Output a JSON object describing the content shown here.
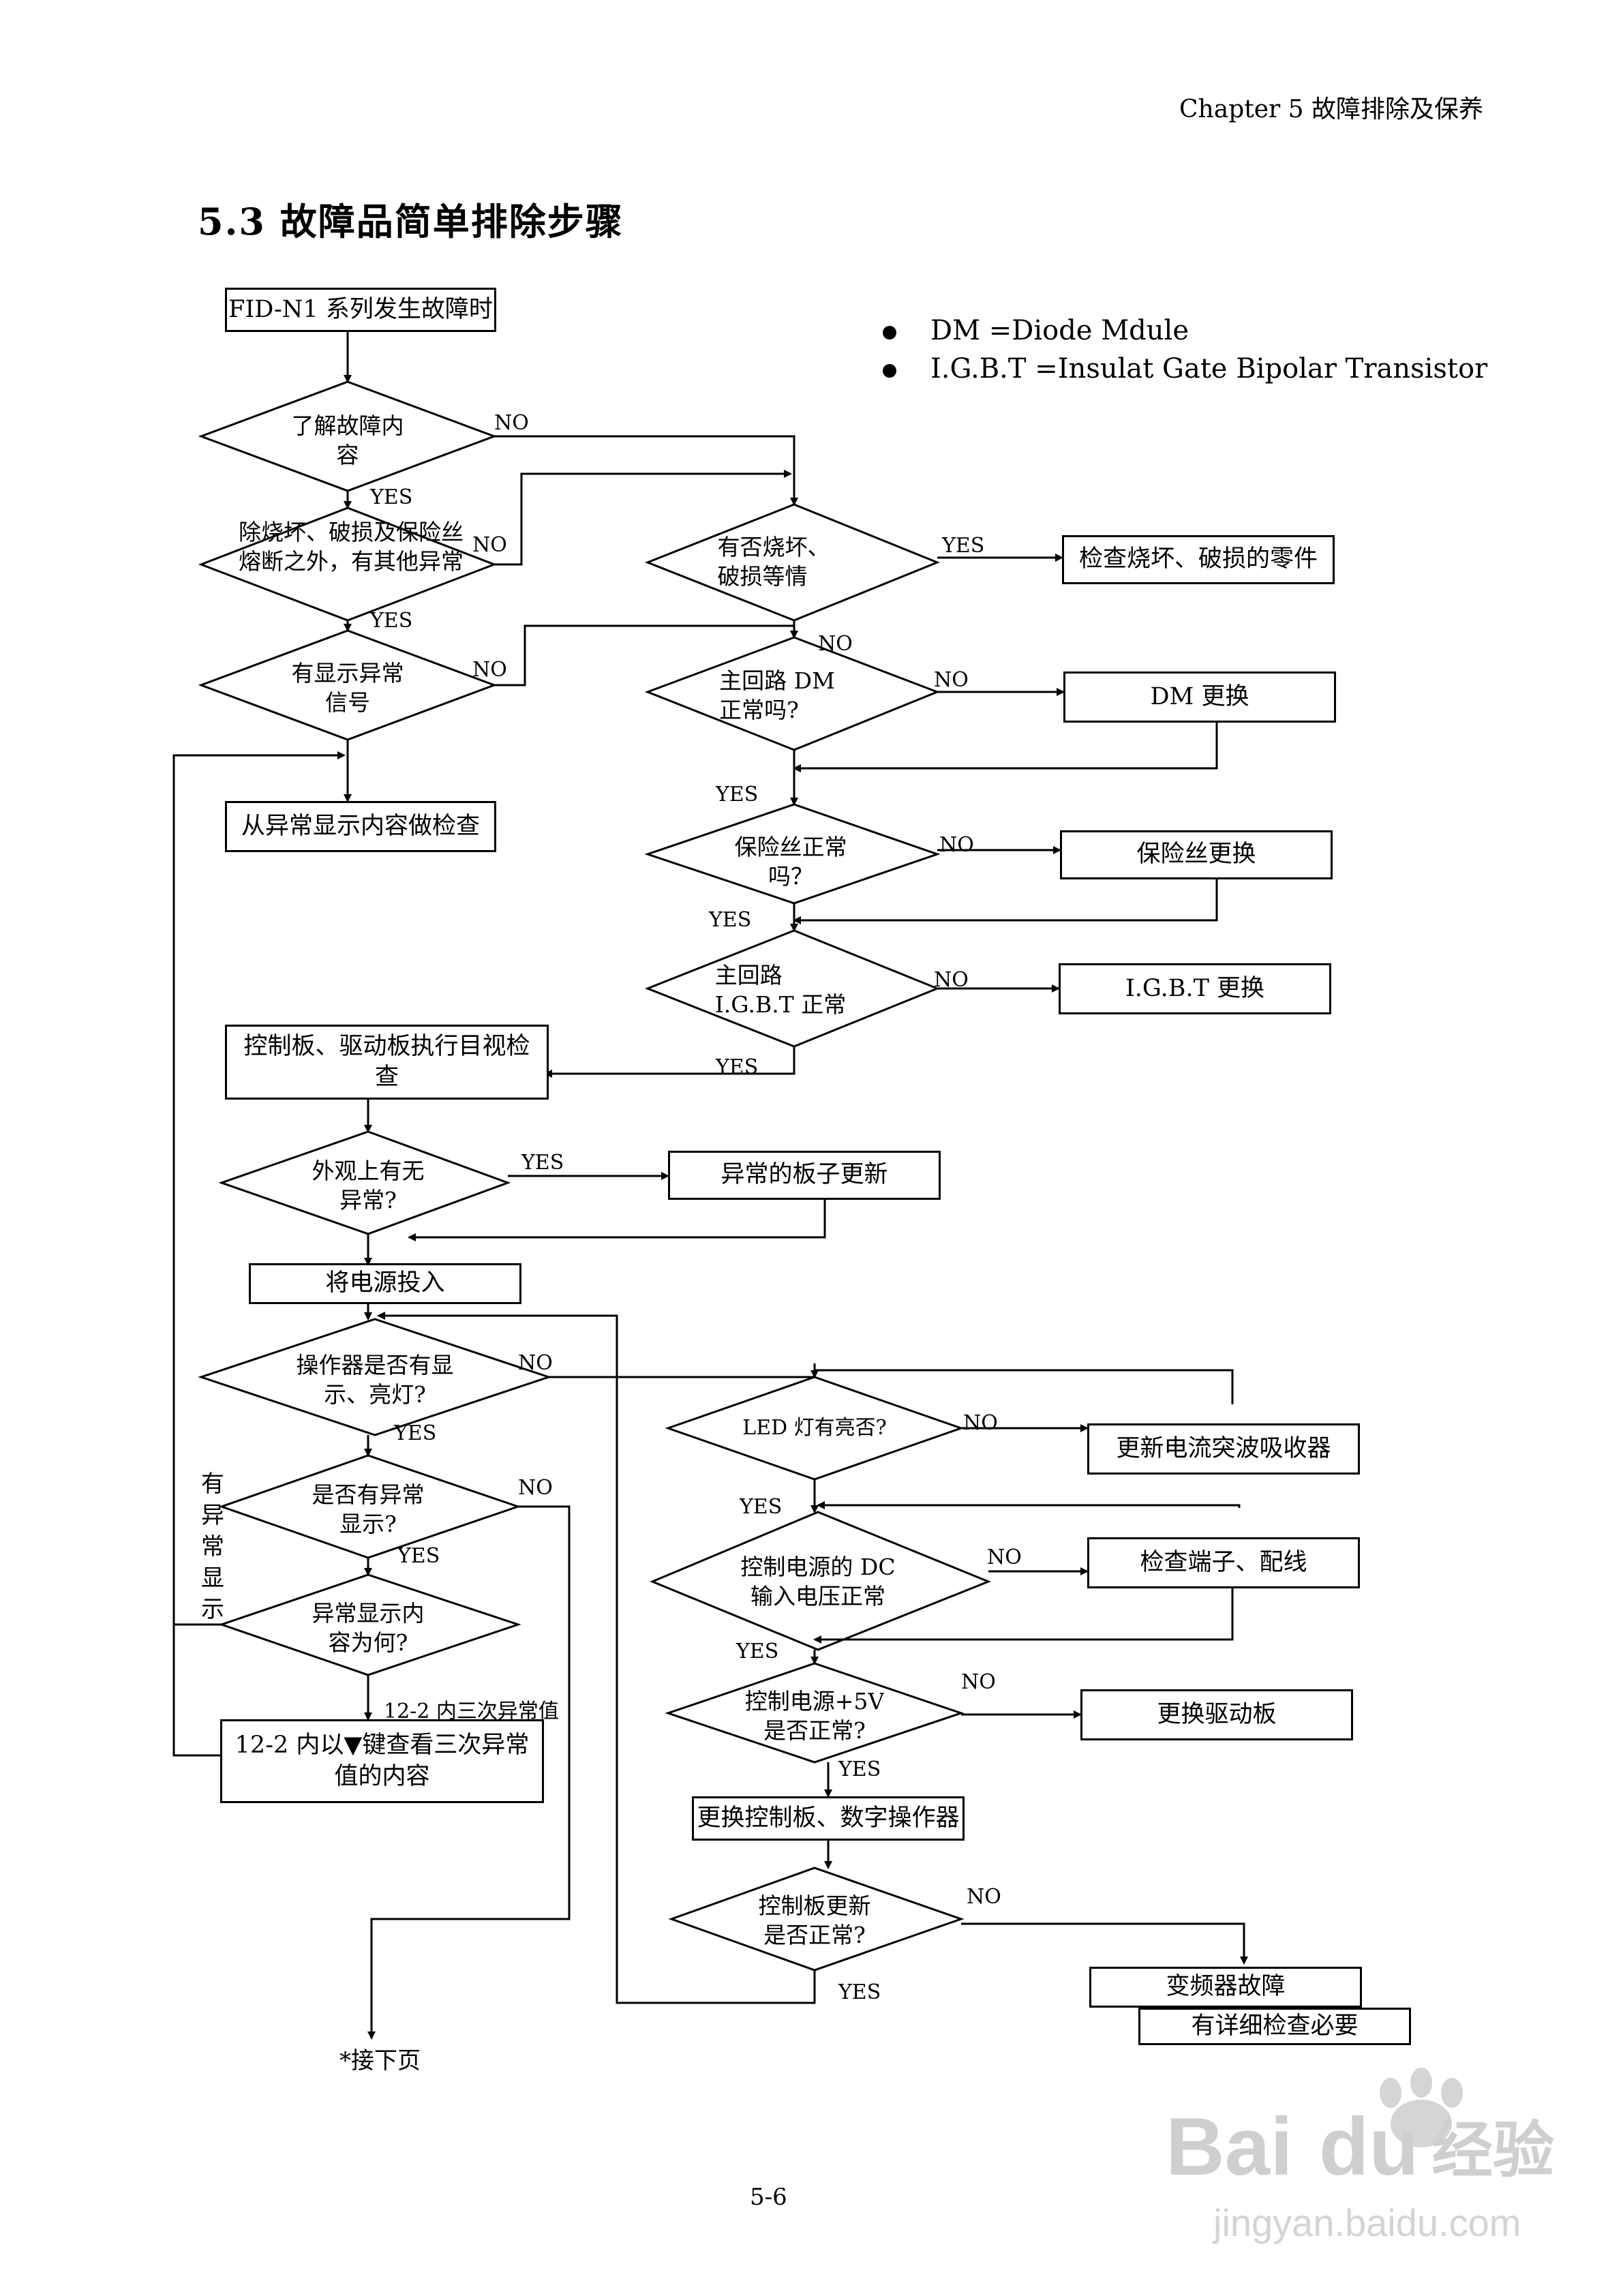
{
  "header": {
    "chapter": "Chapter 5 故障排除及保养",
    "title": "5.3  故障品简单排除步骤",
    "page_number": "5-6"
  },
  "notes": [
    "DM =Diode Mdule",
    "I.G.B.T =Insulat Gate Bipolar Transistor"
  ],
  "nodes": {
    "start": "FID-N1 系列发生故障时",
    "d1": "了解故障内\n容",
    "d2": "除烧坏、破损及保险丝\n熔断之外，有其他异常",
    "d3": "有显示异常\n信号",
    "b_check_abnormal": "从异常显示内容做检查",
    "d4": "有否烧坏、\n破损等情",
    "b_check_parts": "检查烧坏、破损的零件",
    "d5": "主回路 DM\n正常吗?",
    "b_dm": "DM 更换",
    "d6": "保险丝正常\n吗？",
    "b_fuse": "保险丝更换",
    "d7": "主回路\nI.G.B.T 正常",
    "b_igbt": "I.G.B.T 更换",
    "b_visual": "控制板、驱动板执行目视检\n查",
    "d8": "外观上有无\n异常?",
    "b_replace_board": "异常的板子更新",
    "b_power_on": "将电源投入",
    "d9": "操作器是否有显\n示、亮灯?",
    "d10": "是否有异常\n显示?",
    "d11": "异常显示内\n容为何?",
    "b_12_2": "12-2 内以▼键查看三次异常\n值的内容",
    "d12": "LED 灯有亮否?",
    "b_surge": "更新电流突波吸收器",
    "d13": "控制电源的 DC\n输入电压正常",
    "b_terminal": "检查端子、配线",
    "d14": "控制电源+5V\n是否正常?",
    "b_driver": "更换驱动板",
    "b_ctrl": "更换控制板、数字操作器",
    "d15": "控制板更新\n是否正常?",
    "b_fault1": "变频器故障",
    "b_fault2": "有详细检查必要",
    "next": "*接下页"
  },
  "labels": {
    "yes": "YES",
    "no": "NO",
    "vertical": "有异常显示",
    "note_12_2": "12-2 内三次异常值"
  },
  "watermark": {
    "brand": "Bai du 经验",
    "url": "jingyan.baidu.com"
  }
}
